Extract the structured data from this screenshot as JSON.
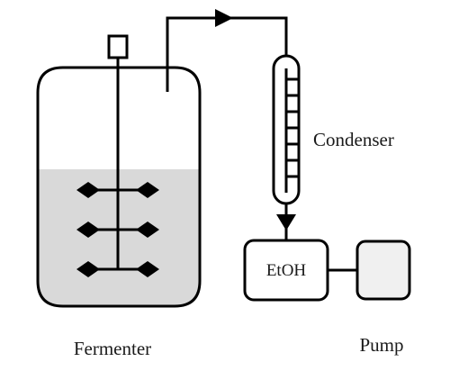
{
  "labels": {
    "condenser": "Condenser",
    "ethanol": "EtOH",
    "fermenter": "Fermenter",
    "pump": "Pump"
  },
  "colors": {
    "line": "#000000",
    "liquid": "#d9d9d9",
    "pump_fill": "#f0f0f0",
    "background": "#ffffff"
  }
}
